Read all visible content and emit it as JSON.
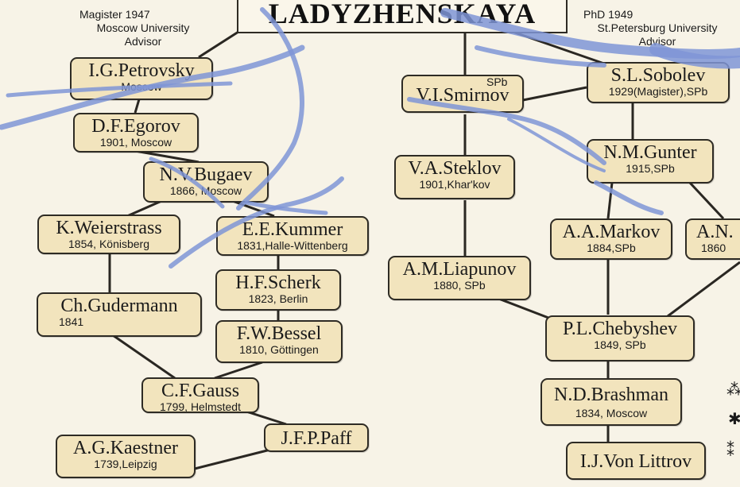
{
  "title": "LADYZHENSKAYA",
  "notes": {
    "left_line1": "Magister 1947",
    "left_line2": "Moscow University",
    "left_line3": "Advisor",
    "right_line1": "PhD 1949",
    "right_line2": "St.Petersburg University",
    "right_line3": "Advisor"
  },
  "smirnov_tag": "SPb",
  "nodes": {
    "petrovsky": {
      "name": "I.G.Petrovsky",
      "sub": "Moscow"
    },
    "egorov": {
      "name": "D.F.Egorov",
      "sub": "1901, Moscow"
    },
    "bugaev": {
      "name": "N.V.Bugaev",
      "sub": "1866, Moscow"
    },
    "weierstrass": {
      "name": "K.Weierstrass",
      "sub": "1854, Könisberg"
    },
    "kummer": {
      "name": "E.E.Kummer",
      "sub": "1831,Halle-Wittenberg"
    },
    "scherk": {
      "name": "H.F.Scherk",
      "sub": "1823, Berlin"
    },
    "gudermann": {
      "name": "Ch.Gudermann",
      "sub": "1841"
    },
    "bessel": {
      "name": "F.W.Bessel",
      "sub": "1810, Göttingen"
    },
    "gauss": {
      "name": "C.F.Gauss",
      "sub": "1799, Helmstedt"
    },
    "paff": {
      "name": "J.F.P.Paff",
      "sub": ""
    },
    "kaestner": {
      "name": "A.G.Kaestner",
      "sub": "1739,Leipzig"
    },
    "smirnov": {
      "name": "V.I.Smirnov",
      "sub": ""
    },
    "sobolev": {
      "name": "S.L.Sobolev",
      "sub": "1929(Magister),SPb"
    },
    "steklov": {
      "name": "V.A.Steklov",
      "sub": "1901,Khar'kov"
    },
    "gunter": {
      "name": "N.M.Gunter",
      "sub": "1915,SPb"
    },
    "liapunov": {
      "name": "A.M.Liapunov",
      "sub": "1880, SPb"
    },
    "markov": {
      "name": "A.A.Markov",
      "sub": "1884,SPb"
    },
    "an": {
      "name": "A.N.",
      "sub": "1860"
    },
    "chebyshev": {
      "name": "P.L.Chebyshev",
      "sub": "1849, SPb"
    },
    "brashman": {
      "name": "N.D.Brashman",
      "sub": "1834, Moscow"
    },
    "littrov": {
      "name": "I.J.Von Littrov",
      "sub": ""
    }
  },
  "colors": {
    "node_fill": "#f2e4bd",
    "node_border": "#2e2b24",
    "pen_stroke": "#7f95d6",
    "background": "#f7f3e7"
  }
}
